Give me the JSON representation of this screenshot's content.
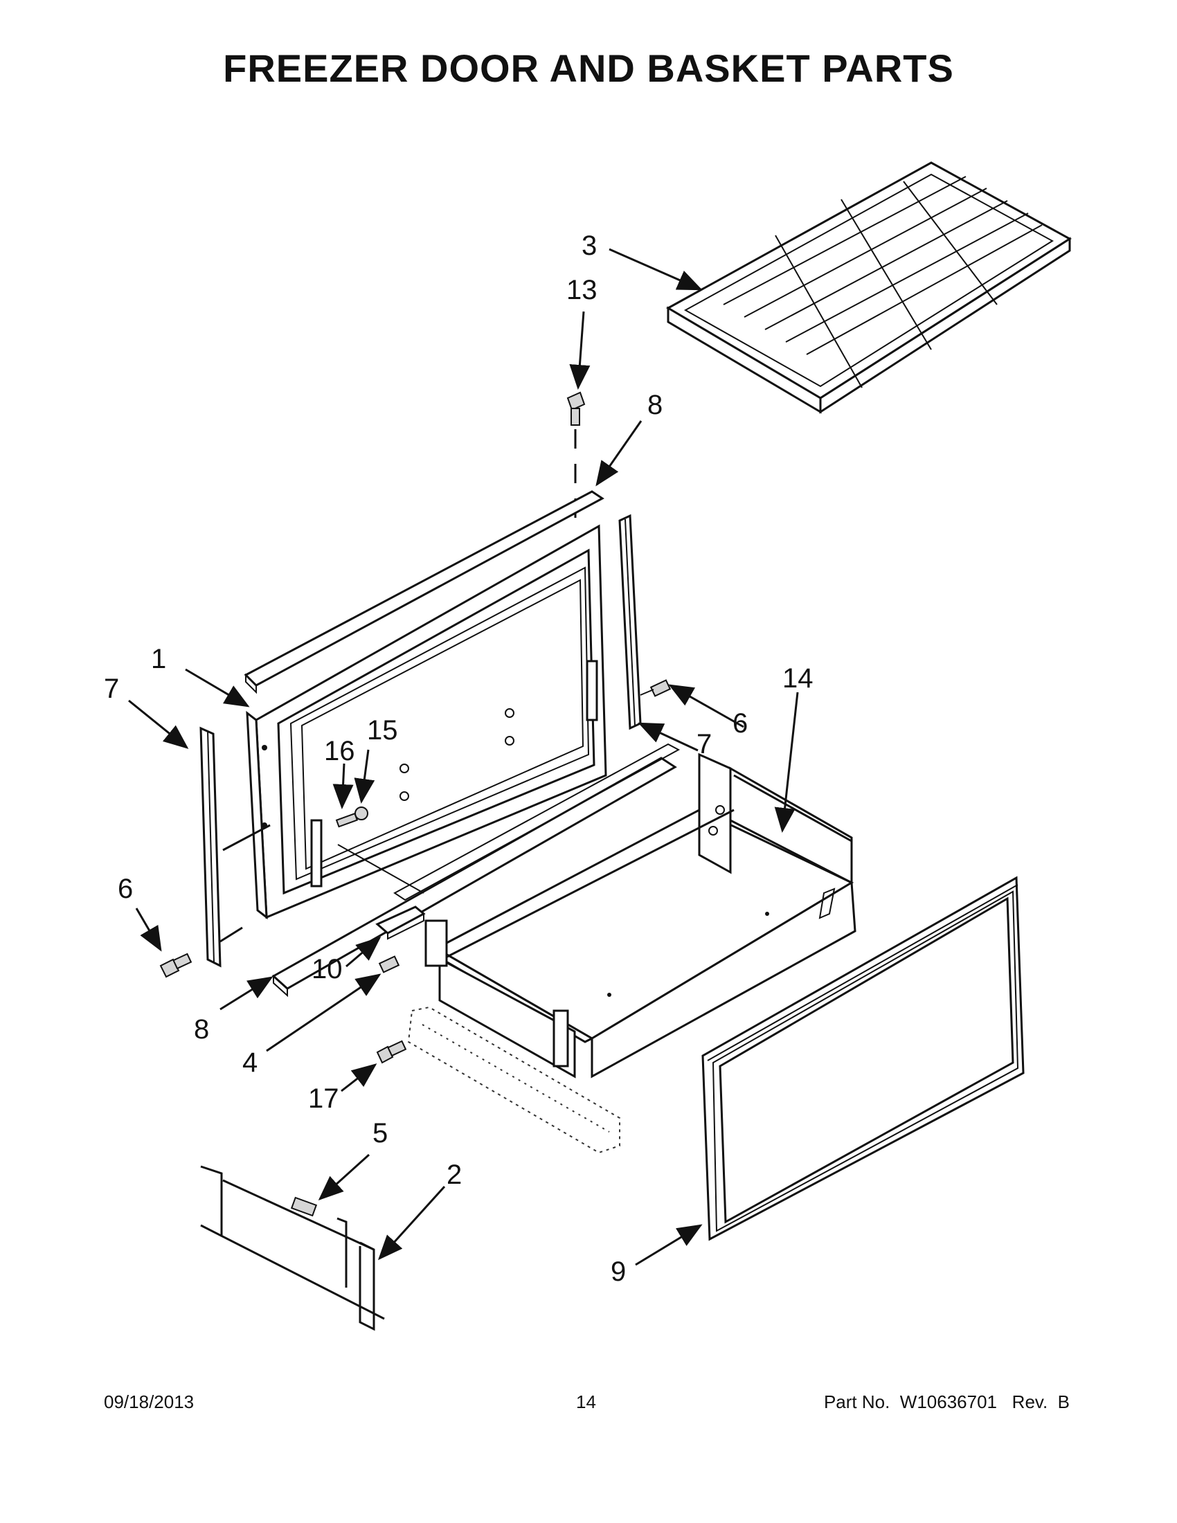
{
  "title": "FREEZER DOOR AND BASKET PARTS",
  "callouts": {
    "c1": "1",
    "c2": "2",
    "c3": "3",
    "c4": "4",
    "c5": "5",
    "c6a": "6",
    "c6b": "6",
    "c7a": "7",
    "c7b": "7",
    "c8a": "8",
    "c8b": "8",
    "c9": "9",
    "c10": "10",
    "c13": "13",
    "c14": "14",
    "c15": "15",
    "c16": "16",
    "c17": "17"
  },
  "footer": {
    "date": "09/18/2013",
    "page": "14",
    "part_number": "Part No.  W10636701   Rev.  B"
  }
}
